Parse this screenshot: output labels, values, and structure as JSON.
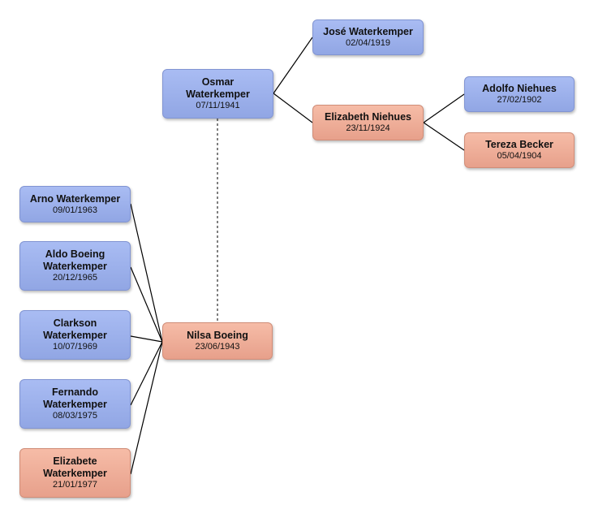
{
  "people": {
    "osmar": {
      "name": "Osmar\nWaterkemper",
      "date": "07/11/1941",
      "sex": "male"
    },
    "jose": {
      "name": "José Waterkemper",
      "date": "02/04/1919",
      "sex": "male"
    },
    "elizabeth": {
      "name": "Elizabeth Niehues",
      "date": "23/11/1924",
      "sex": "female"
    },
    "adolfo": {
      "name": "Adolfo Niehues",
      "date": "27/02/1902",
      "sex": "male"
    },
    "tereza": {
      "name": "Tereza Becker",
      "date": "05/04/1904",
      "sex": "female"
    },
    "nilsa": {
      "name": "Nilsa Boeing",
      "date": "23/06/1943",
      "sex": "female"
    },
    "arno": {
      "name": "Arno Waterkemper",
      "date": "09/01/1963",
      "sex": "male"
    },
    "aldo": {
      "name": "Aldo Boeing\nWaterkemper",
      "date": "20/12/1965",
      "sex": "male"
    },
    "clarkson": {
      "name": "Clarkson\nWaterkemper",
      "date": "10/07/1969",
      "sex": "male"
    },
    "fernando": {
      "name": "Fernando\nWaterkemper",
      "date": "08/03/1975",
      "sex": "male"
    },
    "elizabete": {
      "name": "Elizabete\nWaterkemper",
      "date": "21/01/1977",
      "sex": "female"
    }
  },
  "relations": {
    "spouses": [
      [
        "osmar",
        "nilsa"
      ]
    ],
    "parents": [
      {
        "child": "osmar",
        "parents": [
          "jose",
          "elizabeth"
        ]
      },
      {
        "child": "elizabeth",
        "parents": [
          "adolfo",
          "tereza"
        ]
      }
    ],
    "children_of_nilsa": [
      "arno",
      "aldo",
      "clarkson",
      "fernando",
      "elizabete"
    ]
  },
  "colors": {
    "male": "#9fb3ee",
    "female": "#efae98",
    "line": "#000000",
    "spouse_line": "#555555"
  }
}
